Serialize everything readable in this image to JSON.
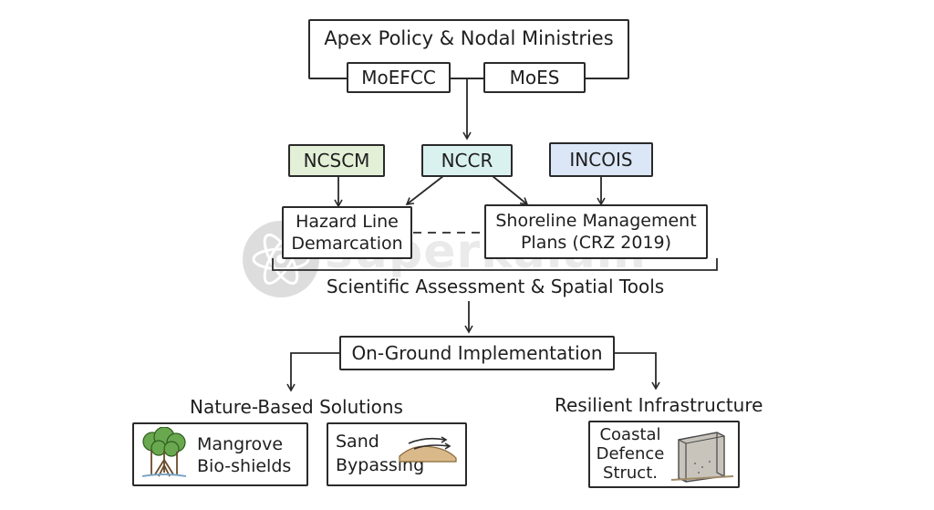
{
  "apex": {
    "title": "Apex Policy & Nodal Ministries",
    "ministries": [
      "MoEFCC",
      "MoES"
    ]
  },
  "institutes": [
    {
      "label": "NCSCM",
      "color": "#e3efd6"
    },
    {
      "label": "NCCR",
      "color": "#d9f1ef"
    },
    {
      "label": "INCOIS",
      "color": "#dbe6f6"
    }
  ],
  "tools": {
    "hazard_line": [
      "Hazard Line",
      "Demarcation"
    ],
    "shoreline": [
      "Shoreline Management",
      "Plans (CRZ 2019)"
    ],
    "caption": "Scientific Assessment & Spatial Tools"
  },
  "implementation": {
    "label": "On-Ground Implementation"
  },
  "nature_based": {
    "title": "Nature-Based Solutions",
    "items": [
      {
        "lines": [
          "Mangrove",
          "Bio-shields"
        ],
        "icon": "mangrove-icon"
      },
      {
        "lines": [
          "Sand",
          "Bypassing"
        ],
        "icon": "sand-bypassing-icon"
      }
    ]
  },
  "infrastructure": {
    "title": "Resilient Infrastructure",
    "items": [
      {
        "lines": [
          "Coastal",
          "Defence",
          "Struct."
        ],
        "icon": "seawall-icon"
      }
    ]
  },
  "watermark": "superkalam"
}
